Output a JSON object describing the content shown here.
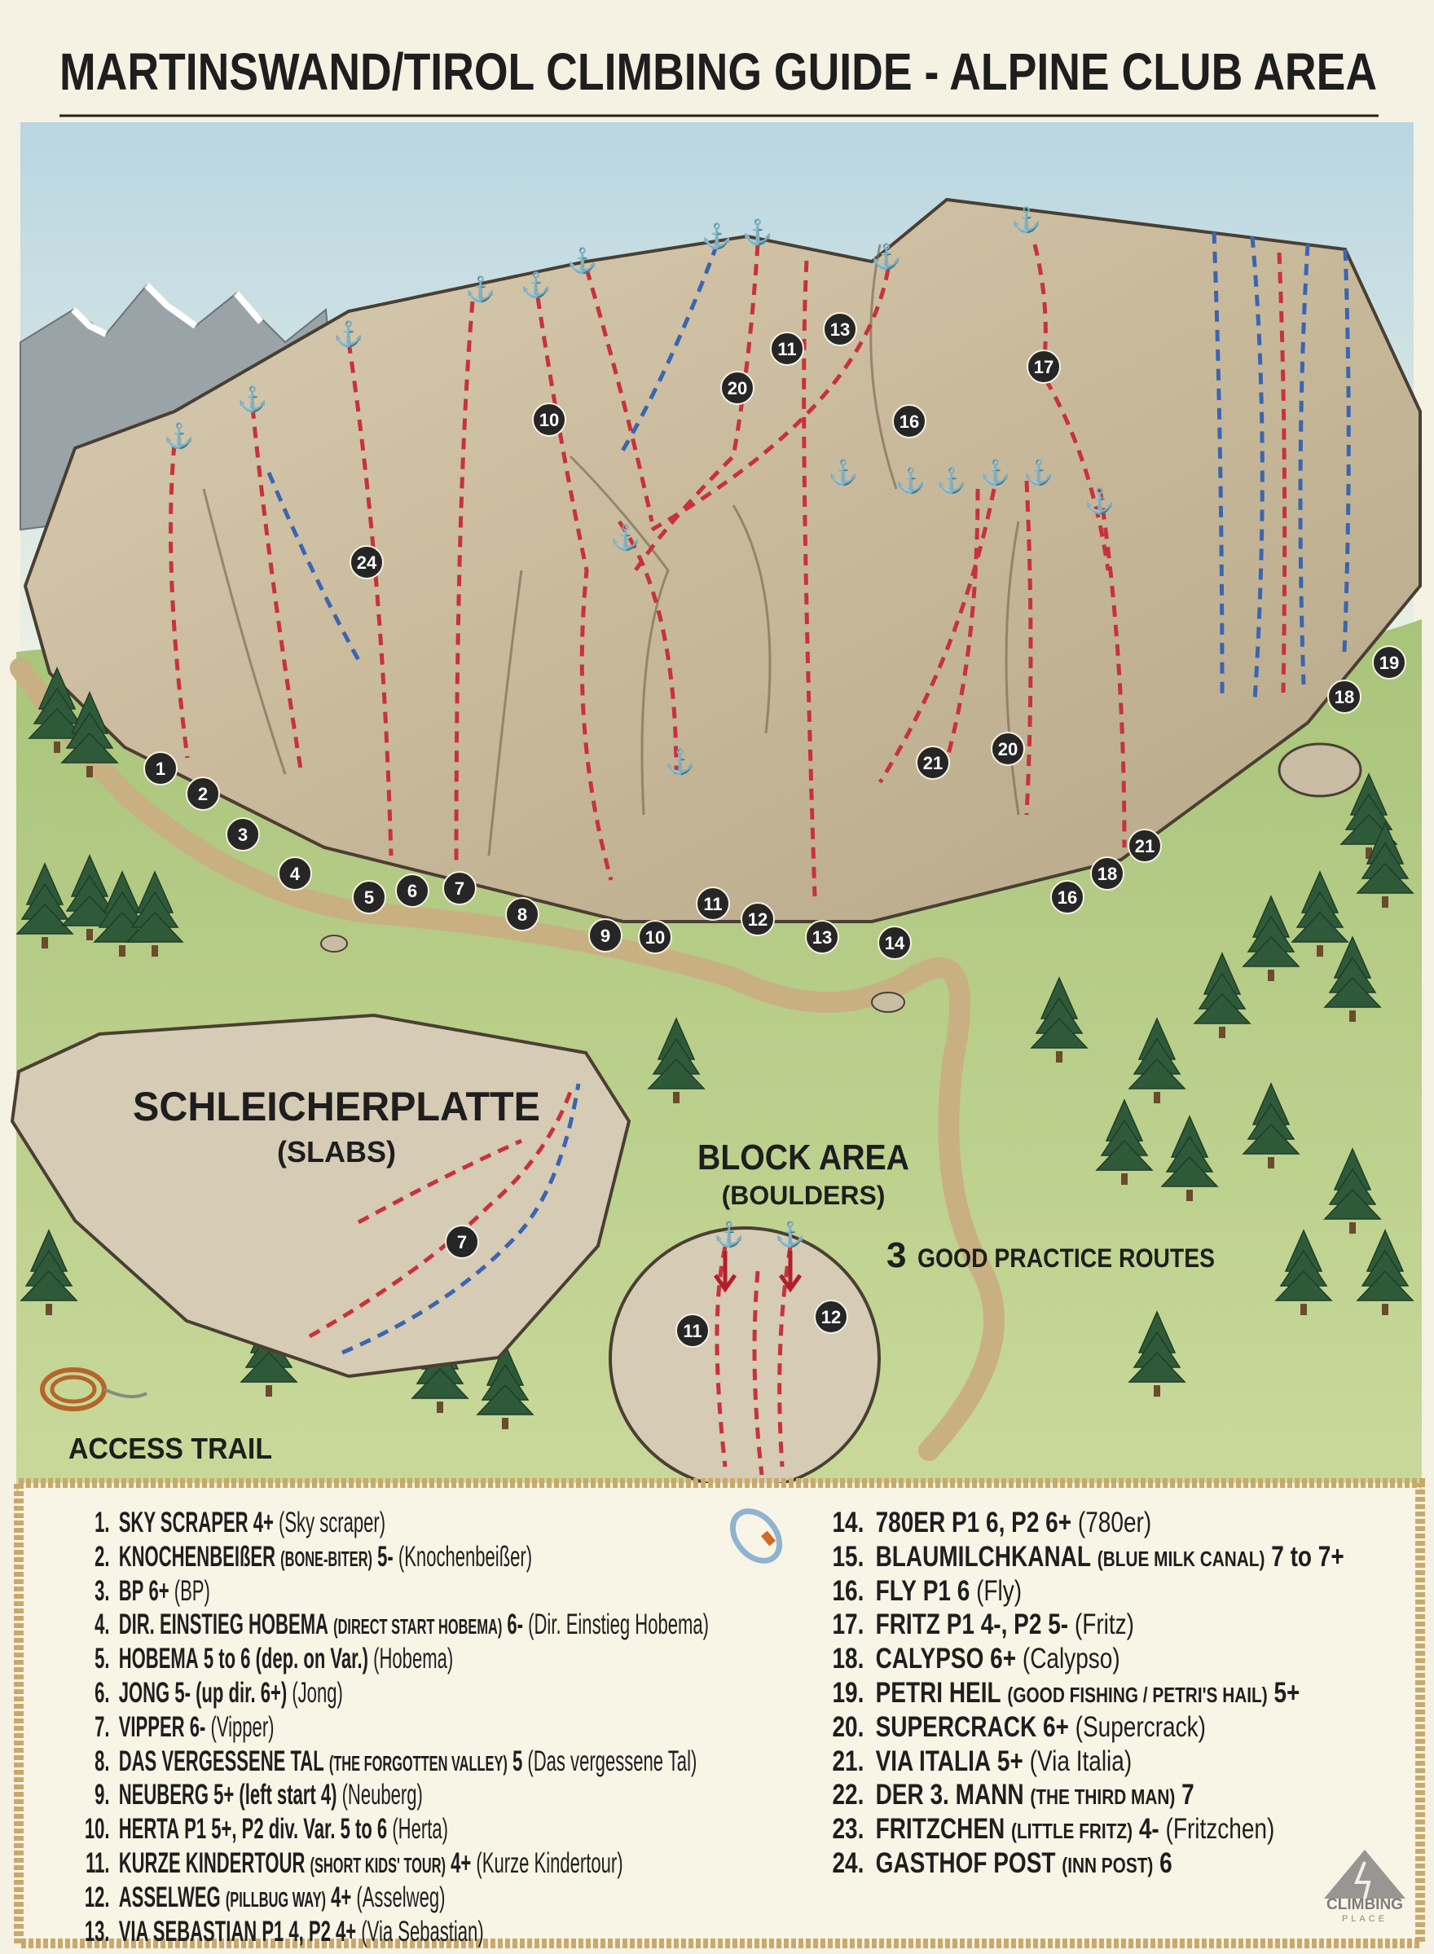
{
  "title": "MARTINSWAND/TIROL  CLIMBING GUIDE - ALPINE CLUB AREA",
  "areas": {
    "slabs_name": "SCHLEICHERPLATTE",
    "slabs_sub": "(SLABS)",
    "block_name": "BLOCK AREA",
    "block_sub": "(BOULDERS)",
    "practice_num": "3",
    "practice_text": "GOOD PRACTICE ROUTES",
    "trail": "ACCESS TRAIL"
  },
  "markers": {
    "main": [
      "1",
      "2",
      "3",
      "4",
      "5",
      "6",
      "7",
      "8",
      "9",
      "10",
      "11",
      "12",
      "13",
      "14",
      "16",
      "18",
      "21",
      "21",
      "20",
      "18",
      "19",
      "24",
      "10",
      "20",
      "11",
      "13",
      "16",
      "17"
    ],
    "slabs": [
      "7"
    ],
    "block": [
      "11",
      "12"
    ]
  },
  "colors": {
    "route_red": "#c8323c",
    "route_blue": "#3a66b0",
    "marker": "#262626"
  },
  "legend": [
    {
      "num": "1.",
      "name": "SKY SCRAPER",
      "note": "",
      "grade": "4+",
      "alt": "(Sky scraper)"
    },
    {
      "num": "2.",
      "name": "KNOCHENBEIßER",
      "note": "(BONE-BITER)",
      "grade": "5-",
      "alt": "(Knochenbeißer)"
    },
    {
      "num": "3.",
      "name": "BP",
      "note": "",
      "grade": "6+",
      "alt": "(BP)"
    },
    {
      "num": "4.",
      "name": "DIR. EINSTIEG HOBEMA",
      "note": "(DIRECT START HOBEMA)",
      "grade": "6-",
      "alt": "(Dir. Einstieg Hobema)"
    },
    {
      "num": "5.",
      "name": "HOBEMA",
      "note": "",
      "grade": "5 to 6 (dep. on Var.)",
      "alt": "(Hobema)"
    },
    {
      "num": "6.",
      "name": "JONG",
      "note": "",
      "grade": "5- (up dir. 6+)",
      "alt": "(Jong)"
    },
    {
      "num": "7.",
      "name": "VIPPER",
      "note": "",
      "grade": "6-",
      "alt": "(Vipper)"
    },
    {
      "num": "8.",
      "name": "DAS VERGESSENE TAL",
      "note": "(THE FORGOTTEN VALLEY)",
      "grade": "5",
      "alt": "(Das vergessene Tal)"
    },
    {
      "num": "9.",
      "name": "NEUBERG",
      "note": "",
      "grade": "5+ (left start 4)",
      "alt": "(Neuberg)"
    },
    {
      "num": "10.",
      "name": "HERTA",
      "note": "",
      "grade": "P1 5+, P2 div. Var. 5 to 6",
      "alt": "(Herta)"
    },
    {
      "num": "11.",
      "name": "KURZE KINDERTOUR",
      "note": "(SHORT KIDS' TOUR)",
      "grade": "4+",
      "alt": "(Kurze Kindertour)"
    },
    {
      "num": "12.",
      "name": "ASSELWEG",
      "note": "(PILLBUG WAY)",
      "grade": "4+",
      "alt": "(Asselweg)"
    },
    {
      "num": "13.",
      "name": "VIA SEBASTIAN",
      "note": "",
      "grade": "P1 4, P2 4+",
      "alt": "(Via Sebastian)"
    },
    {
      "num": "14.",
      "name": "780ER",
      "note": "",
      "grade": "P1 6, P2 6+",
      "alt": "(780er)"
    },
    {
      "num": "15.",
      "name": "BLAUMILCHKANAL",
      "note": "(BLUE MILK CANAL)",
      "grade": "7 to 7+",
      "alt": ""
    },
    {
      "num": "16.",
      "name": "FLY",
      "note": "",
      "grade": "P1 6",
      "alt": "(Fly)"
    },
    {
      "num": "17.",
      "name": "FRITZ",
      "note": "",
      "grade": "P1 4-, P2 5-",
      "alt": "(Fritz)"
    },
    {
      "num": "18.",
      "name": "CALYPSO",
      "note": "",
      "grade": "6+",
      "alt": "(Calypso)"
    },
    {
      "num": "19.",
      "name": "PETRI HEIL",
      "note": "(GOOD FISHING / PETRI'S HAIL)",
      "grade": "5+",
      "alt": ""
    },
    {
      "num": "20.",
      "name": "SUPERCRACK",
      "note": "",
      "grade": "6+",
      "alt": "(Supercrack)"
    },
    {
      "num": "21.",
      "name": "VIA ITALIA",
      "note": "",
      "grade": "5+",
      "alt": "(Via Italia)"
    },
    {
      "num": "22.",
      "name": "DER 3. MANN",
      "note": "(THE THIRD MAN)",
      "grade": "7",
      "alt": ""
    },
    {
      "num": "23.",
      "name": "FRITZCHEN",
      "note": "(LITTLE FRITZ)",
      "grade": "4-",
      "alt": "(Fritzchen)"
    },
    {
      "num": "24.",
      "name": "GASTHOF POST",
      "note": "(INN POST)",
      "grade": "6",
      "alt": ""
    }
  ],
  "logo": {
    "line1": "CLIMBING",
    "line2": "PLACE"
  }
}
